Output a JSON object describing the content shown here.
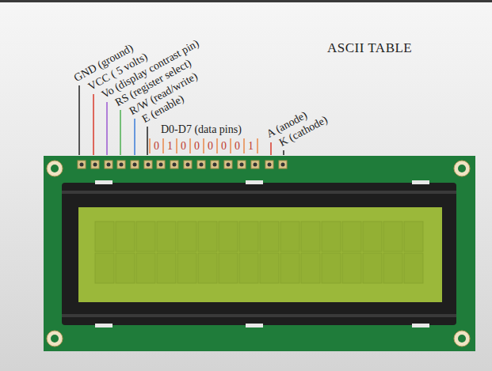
{
  "diagram": {
    "title": "ASCII TABLE",
    "labels": [
      "GND (ground)",
      "VCC ( 5 volts)",
      "Vo (display contrast pin)",
      "RS (register select)",
      "R/W (read/write)",
      "E (enable)",
      "D0-D7 (data pins)",
      "0",
      "1",
      "0",
      "0",
      "0",
      "0",
      "0",
      "1",
      "A (anode)",
      "K (cathode)"
    ]
  }
}
